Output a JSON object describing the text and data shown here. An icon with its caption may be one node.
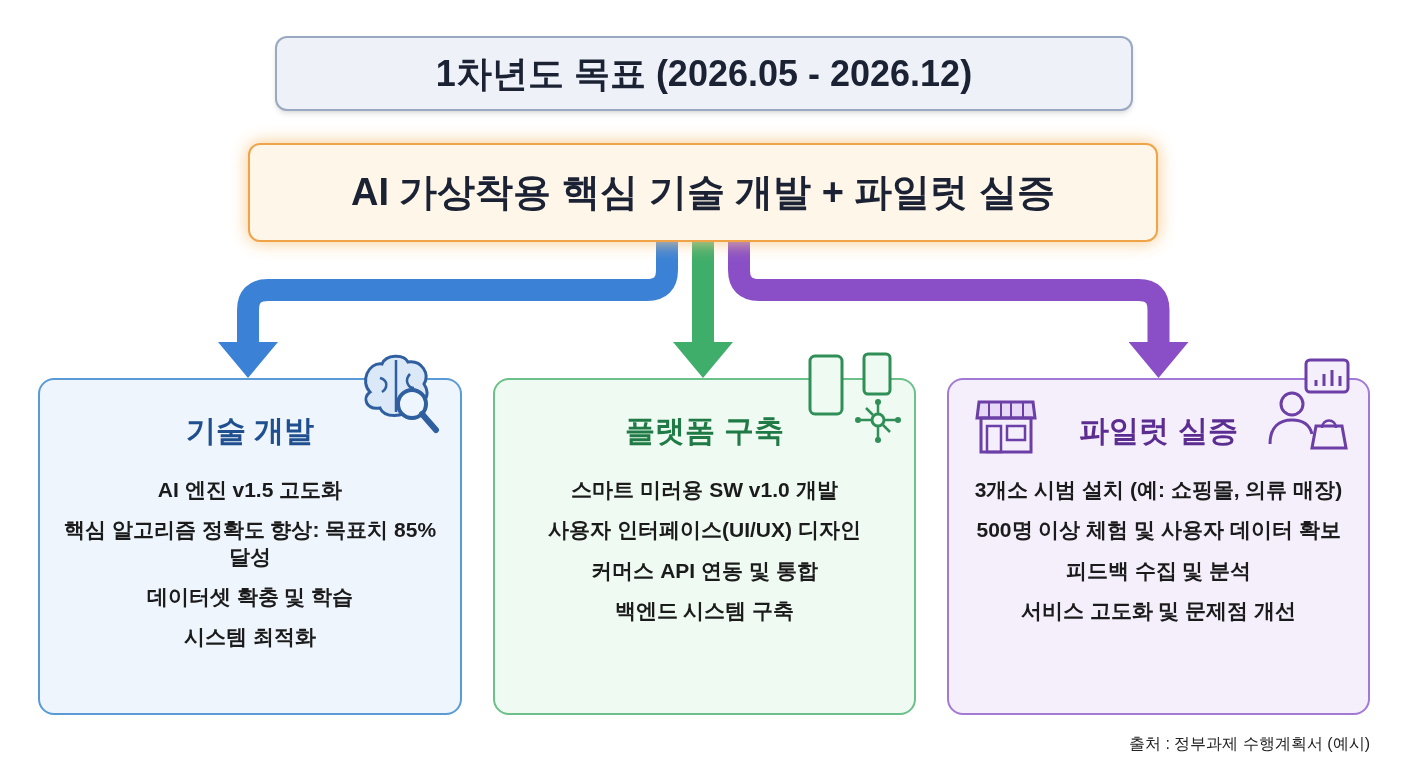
{
  "diagram": {
    "caption": "출처 : 정부과제 수행계획서 (예시)",
    "nodes": [
      {
        "text": [
          "1차년도 목표 (2026.05 - 2026.12)"
        ]
      },
      {
        "text": [
          "AI 가상착용 핵심 기술 개발 + 파일럿 실증"
        ]
      },
      {
        "text": [
          "기술 개발",
          "AI 엔진 v1.5 고도화",
          "핵심 알고리즘 정확도 향상: 목표치 85% 달성",
          "데이터셋 확충 및 학습",
          "시스템 최적화"
        ]
      },
      {
        "text": [
          "플랫폼 구축",
          "스마트 미러용 SW v1.0 개발",
          "사용자 인터페이스(UI/UX) 디자인",
          "커머스 API 연동 및 통합",
          "백엔드 시스템 구축"
        ]
      },
      {
        "text": [
          "파일럿 실증",
          "3개소 시범 설치 (예: 쇼핑몰, 의류 매장)",
          "500명 이상 체험 및 사용자 데이터 확보",
          "피드백 수집 및 분석",
          "서비스 고도화 및 문제점 개선"
        ]
      }
    ],
    "edges": [
      {
        "from": 1,
        "to": 2,
        "arrow": "to",
        "color": "#3b82d6"
      },
      {
        "from": 1,
        "to": 3,
        "arrow": "to",
        "color": "#3fae6a"
      },
      {
        "from": 1,
        "to": 4,
        "arrow": "to",
        "color": "#8a4fc6"
      }
    ]
  }
}
